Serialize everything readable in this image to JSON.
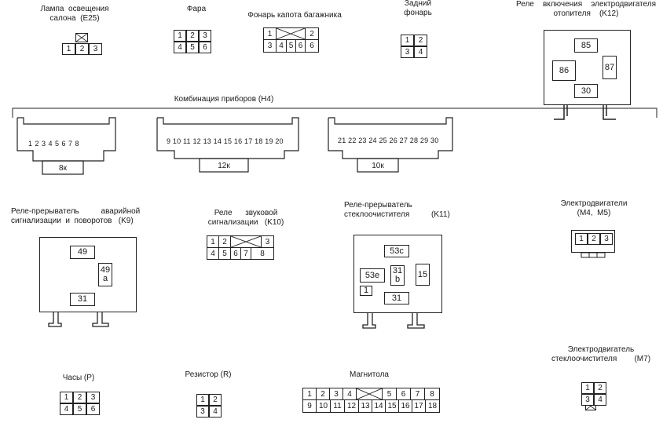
{
  "connectors": {
    "e25": {
      "title": "Лампа  освещения\nсалона  (E25)",
      "cells": [
        "1",
        "2",
        "3"
      ]
    },
    "fara": {
      "title": "Фара",
      "cells": [
        "1",
        "2",
        "3",
        "4",
        "5",
        "6"
      ]
    },
    "hood": {
      "title": "Фонарь  капота  багажника",
      "cells": [
        "1",
        "2",
        "3",
        "4",
        "5",
        "6"
      ]
    },
    "rear": {
      "title": "Задний\nфонарь",
      "cells": [
        "1",
        "2",
        "3",
        "4"
      ]
    },
    "k12": {
      "title": "Реле    включения    электродвигателя\nотопителя    (K12)",
      "pins": [
        "85",
        "86",
        "87",
        "30"
      ]
    },
    "h4": {
      "title": "Комбинация  приборов  (H4)",
      "blocks": [
        {
          "pins": "1 2 3 4 5 6 7 8",
          "tag": "8к"
        },
        {
          "pins": "9 10 11 12 13 14 15 16 17 18 19 20",
          "tag": "12к"
        },
        {
          "pins": "21 22 23 24 25 26 27 28 29 30",
          "tag": "10к"
        }
      ]
    },
    "k9": {
      "title": "Реле-прерыватель          аварийной\nсигнализации  и  поворотов   (K9)",
      "pins": [
        "49",
        "49\nа",
        "31"
      ]
    },
    "k10": {
      "title": "Реле      звуковой\nсигнализации   (K10)",
      "cells": [
        "1",
        "2",
        "3",
        "4",
        "5",
        "6",
        "7",
        "8"
      ]
    },
    "k11": {
      "title": "Реле-прерыватель\nстеклоочистителя          (K11)",
      "pins": [
        "53с",
        "53е",
        "31\nb",
        "15",
        "1",
        "31"
      ]
    },
    "m4m5": {
      "title": "Электродвигатели\n(M4,  M5)",
      "cells": [
        "1",
        "2",
        "3"
      ]
    },
    "clock": {
      "title": "Часы  (P)",
      "cells": [
        "1",
        "2",
        "3",
        "4",
        "5",
        "6"
      ]
    },
    "resistor": {
      "title": "Резистор   (R)",
      "cells": [
        "1",
        "2",
        "3",
        "4"
      ]
    },
    "radio": {
      "title": "Магнитола",
      "cells": [
        "1",
        "2",
        "3",
        "4",
        "5",
        "6",
        "7",
        "8",
        "9",
        "10",
        "11",
        "12",
        "13",
        "14",
        "15",
        "16",
        "17",
        "18"
      ]
    },
    "m7": {
      "title": "Электродвигатель\nстеклоочистителя        (M7)",
      "cells": [
        "1",
        "2",
        "3",
        "4"
      ]
    }
  },
  "colors": {
    "line": "#222222",
    "background": "#ffffff"
  },
  "icons": [
    "cross-cell-icon"
  ]
}
